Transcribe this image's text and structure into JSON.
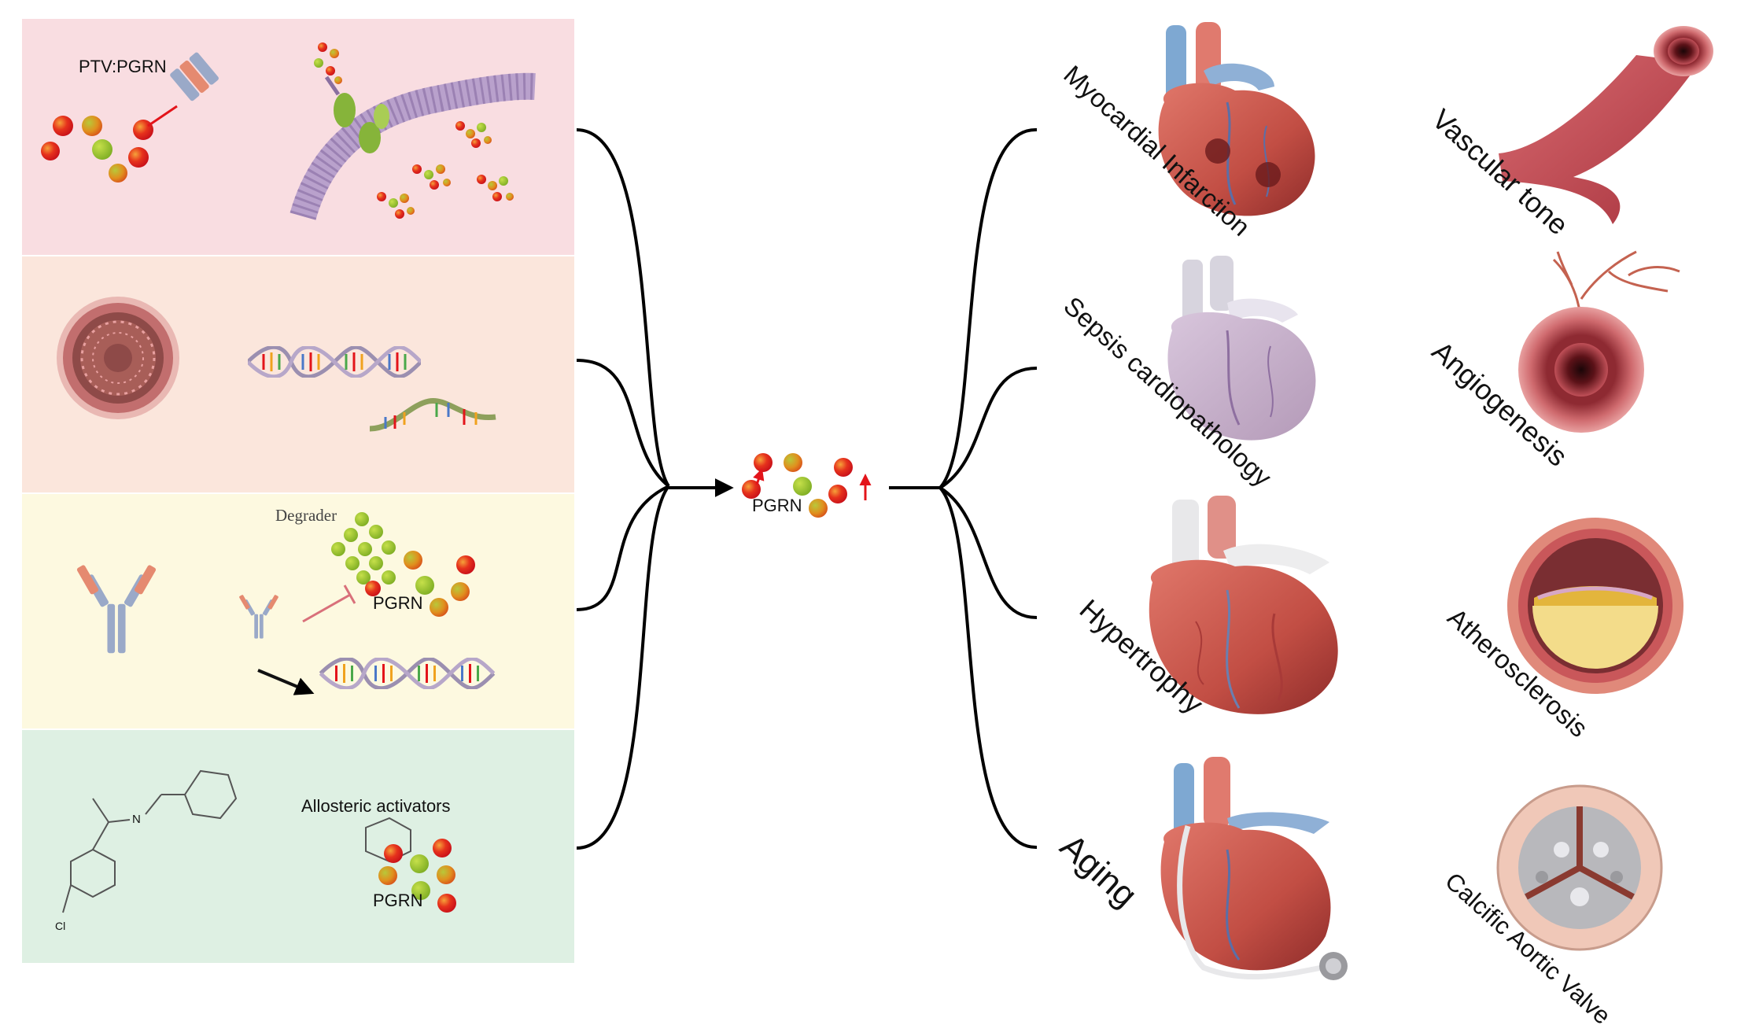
{
  "panels": {
    "panel1": {
      "label": "PTV:PGRN",
      "color": "#f9dde1"
    },
    "panel2": {
      "color": "#fbe6dc"
    },
    "panel3": {
      "degrader_label": "Degrader",
      "pgrn_label": "PGRN",
      "color": "#fdf9e0"
    },
    "panel4": {
      "activator_label": "Allosteric activators",
      "pgrn_label": "PGRN",
      "molecule_atom_n": "N",
      "molecule_atom_cl": "Cl",
      "color": "#def0e3"
    }
  },
  "center": {
    "label": "PGRN"
  },
  "diseases": {
    "heart": [
      "Myocardial Infarction",
      "Sepsis cardiopathology",
      "Hypertrophy",
      "Aging"
    ],
    "vascular": [
      "Vascular tone",
      "Angiogenesis",
      "Atherosclerosis",
      "Calcific Aortic Valve"
    ]
  },
  "colors": {
    "red": "#e3141a",
    "orange": "#ec8a1e",
    "green": "#8cbe2c",
    "membrane": "#a58bbb",
    "heart": "#c9544a",
    "vessel": "#b8454c"
  }
}
